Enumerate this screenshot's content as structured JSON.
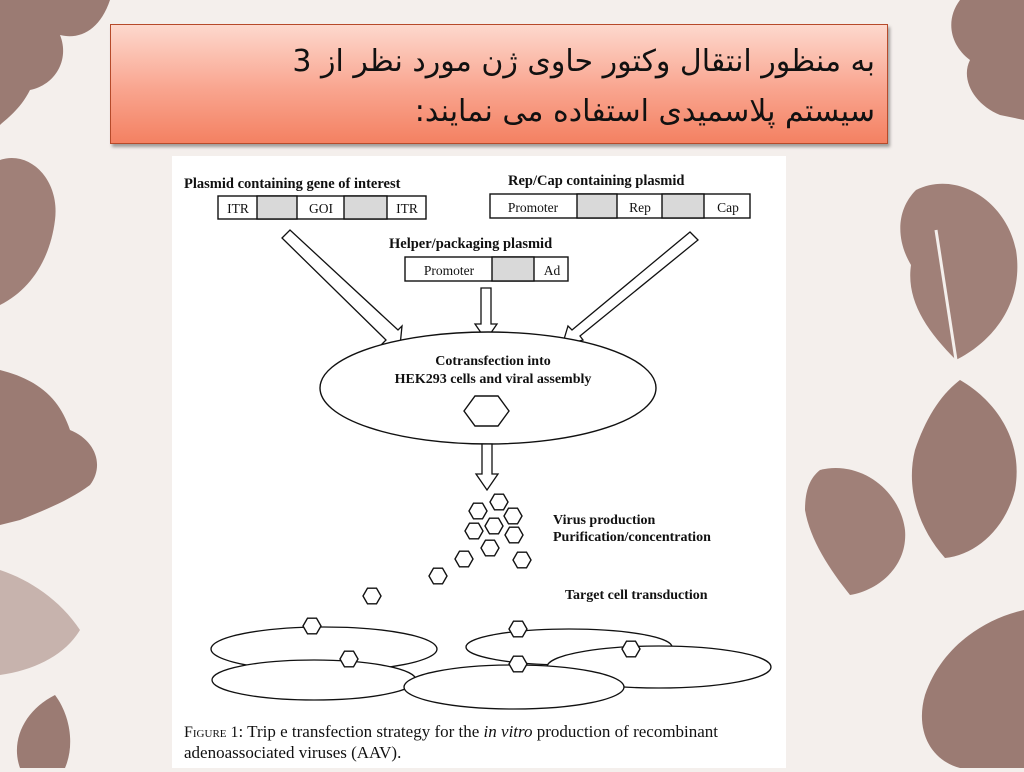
{
  "slide": {
    "title_line1": "به منظور انتقال وکتور حاوی ژن مورد نظر از 3",
    "title_line2": "سیستم پلاسمیدی استفاده می نمایند:"
  },
  "figure": {
    "plasmid_goi": {
      "label": "Plasmid containing gene of interest",
      "seg1": "ITR",
      "seg2": "GOI",
      "seg3": "ITR"
    },
    "plasmid_repcap": {
      "label": "Rep/Cap  containing plasmid",
      "seg1": "Promoter",
      "seg2": "Rep",
      "seg3": "Cap"
    },
    "plasmid_helper": {
      "label": "Helper/packaging plasmid",
      "seg1": "Promoter",
      "seg2": "Ad"
    },
    "cotransfection_line1": "Cotransfection into",
    "cotransfection_line2": "HEK293 cells and viral assembly",
    "virus_production": "Virus production",
    "purification": "Purification/concentration",
    "target_transduction": "Target cell transduction",
    "caption": {
      "label": "Figure 1",
      "text_pre": ": Trip e transfection strategy for the ",
      "italic": "in vitro",
      "text_post": " production of recombinant adenoassociated viruses (AAV)."
    }
  },
  "colors": {
    "title_bg": "#f79a82",
    "leaf": "#9b7b73",
    "box_fill": "#d9d9d9"
  }
}
